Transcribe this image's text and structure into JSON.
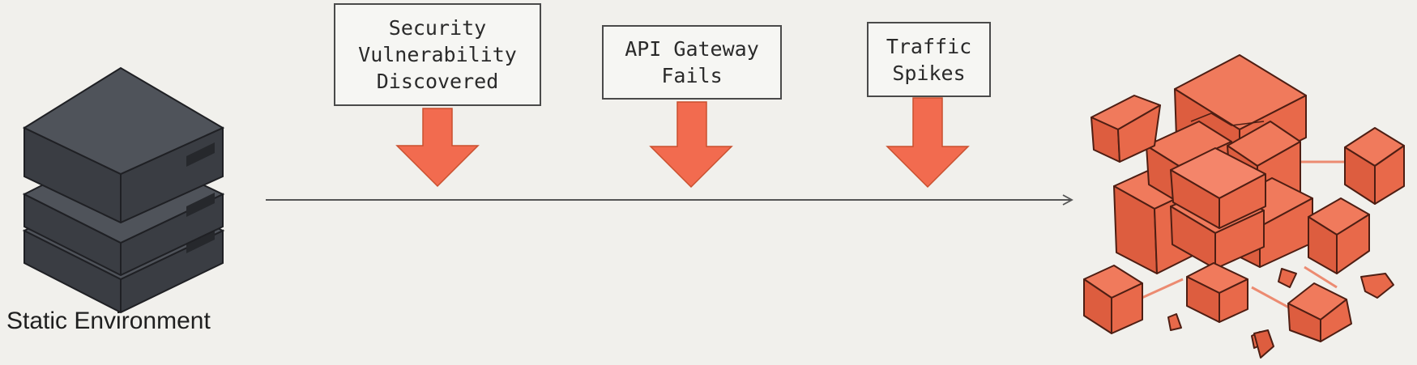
{
  "source": {
    "label": "Static Environment",
    "icon": "server-stack-icon",
    "color": "#474b52"
  },
  "events": [
    {
      "id": "security",
      "label": "Security\nVulnerability\nDiscovered"
    },
    {
      "id": "gateway",
      "label": "API Gateway\nFails"
    },
    {
      "id": "traffic",
      "label": "Traffic\nSpikes"
    }
  ],
  "outcome": {
    "icon": "shattered-blocks-icon",
    "color": "#ec6a4b"
  },
  "colors": {
    "background": "#f1f0ec",
    "arrow": "#f26b4f",
    "timeline": "#555555"
  }
}
